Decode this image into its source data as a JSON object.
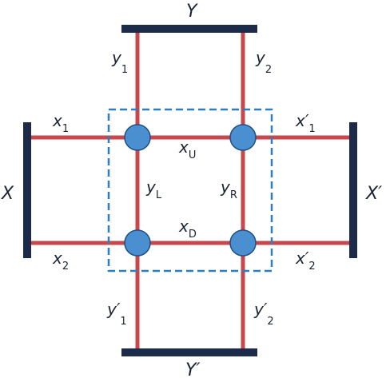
{
  "colors": {
    "wire": "#c8474b",
    "bar": "#1c2b4a",
    "node_fill": "#4a90d0",
    "node_stroke": "#1f4f86",
    "dashed_box": "#2a7fbf"
  },
  "labels": {
    "Y": {
      "base": "Y",
      "sub": ""
    },
    "Yp": {
      "base": "Y′",
      "sub": ""
    },
    "X": {
      "base": "X",
      "sub": ""
    },
    "Xp": {
      "base": "X′",
      "sub": ""
    },
    "y1": {
      "base": "y",
      "sub": "1"
    },
    "y2": {
      "base": "y",
      "sub": "2"
    },
    "x1": {
      "base": "x",
      "sub": "1"
    },
    "x2": {
      "base": "x",
      "sub": "2"
    },
    "xp1": {
      "base": "x′",
      "sub": "1"
    },
    "xp2": {
      "base": "x′",
      "sub": "2"
    },
    "xU": {
      "base": "x",
      "sub": "U"
    },
    "xD": {
      "base": "x",
      "sub": "D"
    },
    "yL": {
      "base": "y",
      "sub": "L"
    },
    "yR": {
      "base": "y",
      "sub": "R"
    },
    "yp1": {
      "base": "y′",
      "sub": "1"
    },
    "yp2": {
      "base": "y′",
      "sub": "2"
    }
  }
}
